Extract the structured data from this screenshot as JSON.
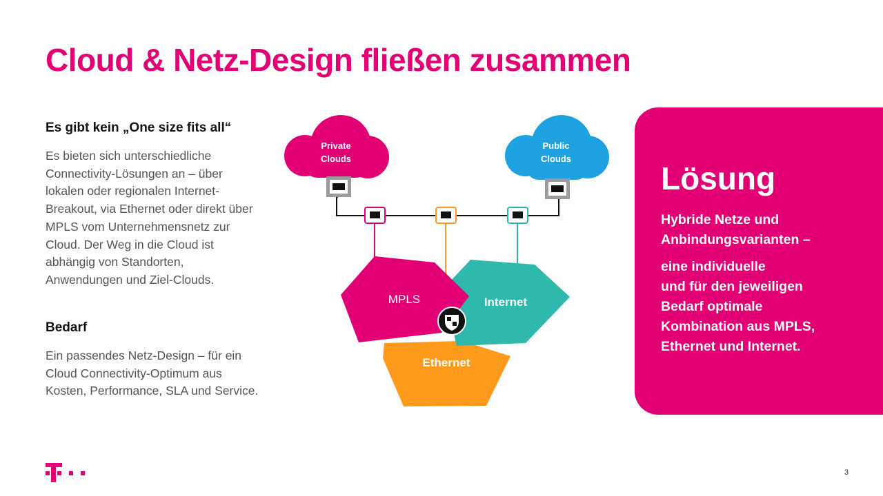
{
  "title": "Cloud & Netz-Design fließen zusammen",
  "section1": {
    "heading": "Es gibt kein „One size fits all“",
    "body": "Es bieten sich unterschiedliche Connectivity-Lösungen an – über lokalen oder regionalen Internet-Breakout, via Ethernet oder direkt über MPLS vom Unternehmensnetz zur Cloud. Der Weg in die Cloud ist abhängig von Standorten, Anwendungen und Ziel-Clouds."
  },
  "section2": {
    "heading": "Bedarf",
    "body": "Ein passendes Netz-Design – für ein Cloud Connectivity-Optimum aus Kosten, Performance, SLA und Service."
  },
  "diagram": {
    "private_cloud": {
      "line1": "Private",
      "line2": "Clouds",
      "color": "#e20074"
    },
    "public_cloud": {
      "line1": "Public",
      "line2": "Clouds",
      "color": "#1ea2e2"
    },
    "mpls": {
      "label": "MPLS",
      "color": "#e20074"
    },
    "internet": {
      "label": "Internet",
      "color": "#2fb8ac"
    },
    "ethernet": {
      "label": "Ethernet",
      "color": "#fd9a1b"
    }
  },
  "panel": {
    "title": "Lösung",
    "subtitle_lines": [
      "Hybride Netze und",
      "Anbindungsvarianten –"
    ],
    "body_lines": [
      "eine individuelle",
      "und für den jeweiligen",
      "Bedarf optimale",
      "Kombination aus MPLS,",
      "Ethernet und Internet."
    ],
    "color": "#e20074"
  },
  "footer": {
    "page_number": "3",
    "brand_color": "#e20074"
  }
}
